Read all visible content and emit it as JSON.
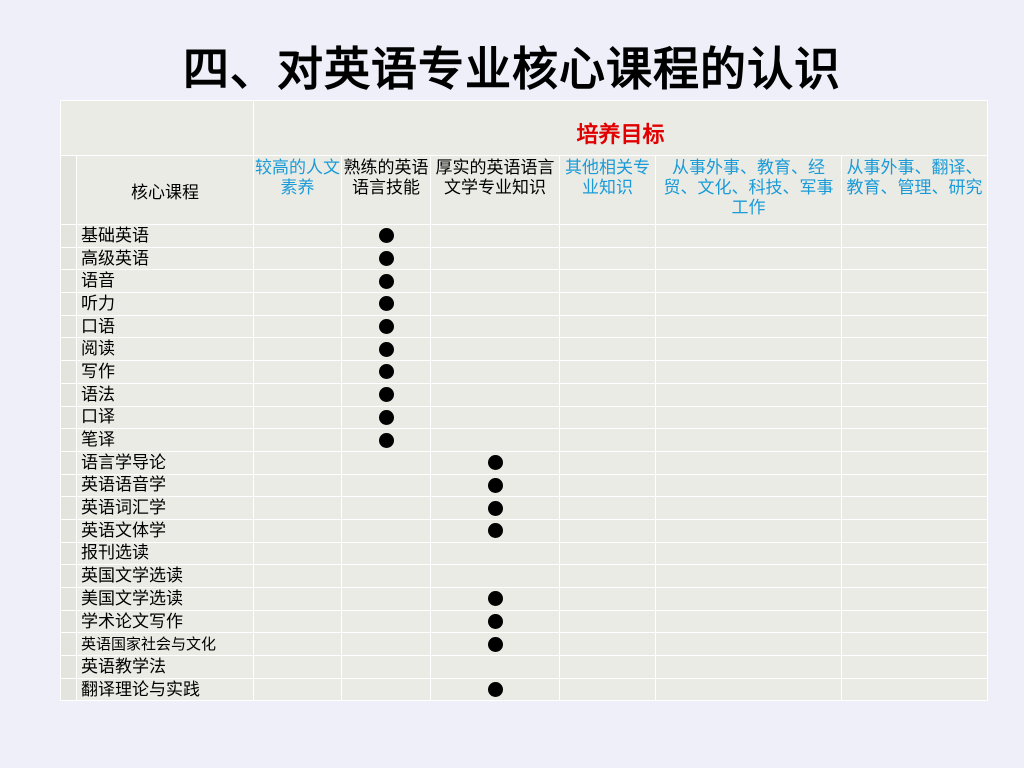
{
  "title": "四、对英语专业核心课程的认识",
  "table": {
    "goal_header": "培养目标",
    "core_header": "核心课程",
    "columns": [
      {
        "label": "较高的人文素养",
        "color": "#1a9bd7"
      },
      {
        "label": "熟练的英语语言技能",
        "color": "#000000"
      },
      {
        "label": "厚实的英语语言文学专业知识",
        "color": "#000000"
      },
      {
        "label": "其他相关专业知识",
        "color": "#1a9bd7"
      },
      {
        "label": "从事外事、教育、经贸、文化、科技、军事工作",
        "color": "#1a9bd7"
      },
      {
        "label": "从事外事、翻译、教育、管理、研究",
        "color": "#1a9bd7"
      }
    ],
    "rows": [
      {
        "name": "基础英语",
        "marks": [
          false,
          true,
          false,
          false,
          false,
          false
        ]
      },
      {
        "name": "高级英语",
        "marks": [
          false,
          true,
          false,
          false,
          false,
          false
        ]
      },
      {
        "name": "语音",
        "marks": [
          false,
          true,
          false,
          false,
          false,
          false
        ]
      },
      {
        "name": "听力",
        "marks": [
          false,
          true,
          false,
          false,
          false,
          false
        ]
      },
      {
        "name": "口语",
        "marks": [
          false,
          true,
          false,
          false,
          false,
          false
        ]
      },
      {
        "name": "阅读",
        "marks": [
          false,
          true,
          false,
          false,
          false,
          false
        ]
      },
      {
        "name": "写作",
        "marks": [
          false,
          true,
          false,
          false,
          false,
          false
        ]
      },
      {
        "name": "语法",
        "marks": [
          false,
          true,
          false,
          false,
          false,
          false
        ]
      },
      {
        "name": "口译",
        "marks": [
          false,
          true,
          false,
          false,
          false,
          false
        ]
      },
      {
        "name": "笔译",
        "marks": [
          false,
          true,
          false,
          false,
          false,
          false
        ]
      },
      {
        "name": "语言学导论",
        "marks": [
          false,
          false,
          true,
          false,
          false,
          false
        ]
      },
      {
        "name": "英语语音学",
        "marks": [
          false,
          false,
          true,
          false,
          false,
          false
        ]
      },
      {
        "name": "英语词汇学",
        "marks": [
          false,
          false,
          true,
          false,
          false,
          false
        ]
      },
      {
        "name": "英语文体学",
        "marks": [
          false,
          false,
          true,
          false,
          false,
          false
        ]
      },
      {
        "name": "报刊选读",
        "marks": [
          false,
          false,
          false,
          false,
          false,
          false
        ]
      },
      {
        "name": "英国文学选读",
        "marks": [
          false,
          false,
          false,
          false,
          false,
          false
        ]
      },
      {
        "name": "美国文学选读",
        "marks": [
          false,
          false,
          true,
          false,
          false,
          false
        ]
      },
      {
        "name": "学术论文写作",
        "marks": [
          false,
          false,
          true,
          false,
          false,
          false
        ]
      },
      {
        "name": "英语国家社会与文化",
        "marks": [
          false,
          false,
          true,
          false,
          false,
          false
        ],
        "small": true
      },
      {
        "name": "英语教学法",
        "marks": [
          false,
          false,
          false,
          false,
          false,
          false
        ]
      },
      {
        "name": "翻译理论与实践",
        "marks": [
          false,
          false,
          true,
          false,
          false,
          false
        ]
      }
    ]
  }
}
